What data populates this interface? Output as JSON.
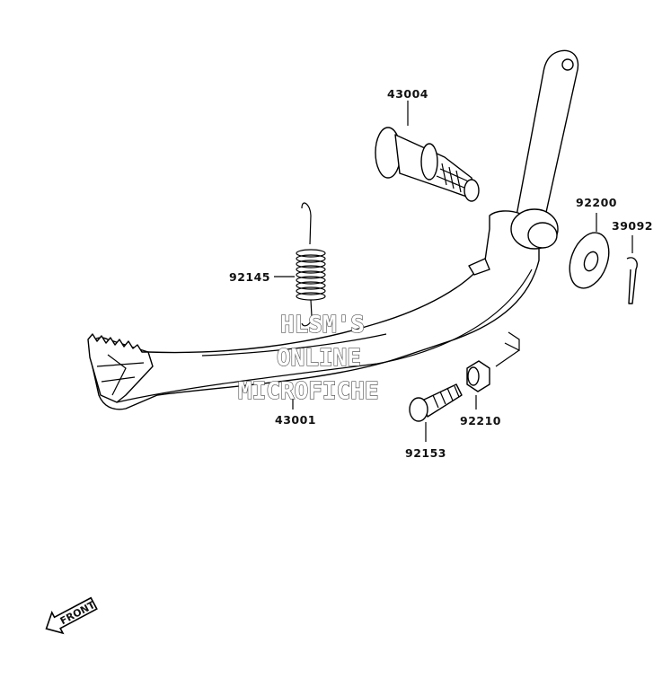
{
  "diagram": {
    "parts": [
      {
        "number": "43004",
        "name_id": "pivot-shaft"
      },
      {
        "number": "92200",
        "name_id": "washer"
      },
      {
        "number": "39092",
        "name_id": "cotter-pin"
      },
      {
        "number": "92145",
        "name_id": "return-spring"
      },
      {
        "number": "43001",
        "name_id": "brake-pedal"
      },
      {
        "number": "92153",
        "name_id": "adjuster-bolt"
      },
      {
        "number": "92210",
        "name_id": "nut"
      }
    ],
    "watermark": {
      "line1": "HLSM'S",
      "line2": "ONLINE",
      "line3": "MICROFICHE"
    },
    "front_label": "FRONT"
  }
}
